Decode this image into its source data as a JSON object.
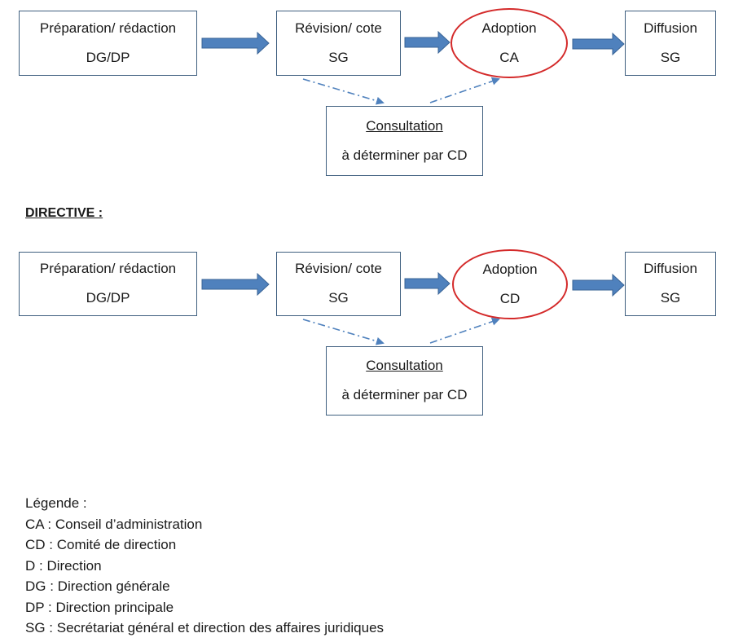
{
  "flow1": {
    "prep": {
      "title": "Préparation/ rédaction",
      "actor": "DG/DP"
    },
    "revision": {
      "title": "Révision/ cote",
      "actor": "SG"
    },
    "adoption": {
      "title": "Adoption",
      "actor": "CA"
    },
    "diffusion": {
      "title": "Diffusion",
      "actor": "SG"
    },
    "consultation": {
      "title": "Consultation",
      "actor": "à déterminer par CD"
    }
  },
  "section_title": "DIRECTIVE :",
  "flow2": {
    "prep": {
      "title": "Préparation/ rédaction",
      "actor": "DG/DP"
    },
    "revision": {
      "title": "Révision/ cote",
      "actor": "SG"
    },
    "adoption": {
      "title": "Adoption",
      "actor": "CD"
    },
    "diffusion": {
      "title": "Diffusion",
      "actor": "SG"
    },
    "consultation": {
      "title": "Consultation",
      "actor": "à déterminer par CD"
    }
  },
  "legend": {
    "title": "Légende :",
    "items": [
      "CA : Conseil d’administration",
      "CD : Comité de direction",
      "D : Direction",
      "DG : Direction générale",
      "DP : Direction principale",
      "SG : Secrétariat général et direction des affaires juridiques"
    ]
  },
  "colors": {
    "box_border": "#3f5f7f",
    "arrow": "#4f81bd",
    "ellipse_border": "#d42a2a"
  }
}
